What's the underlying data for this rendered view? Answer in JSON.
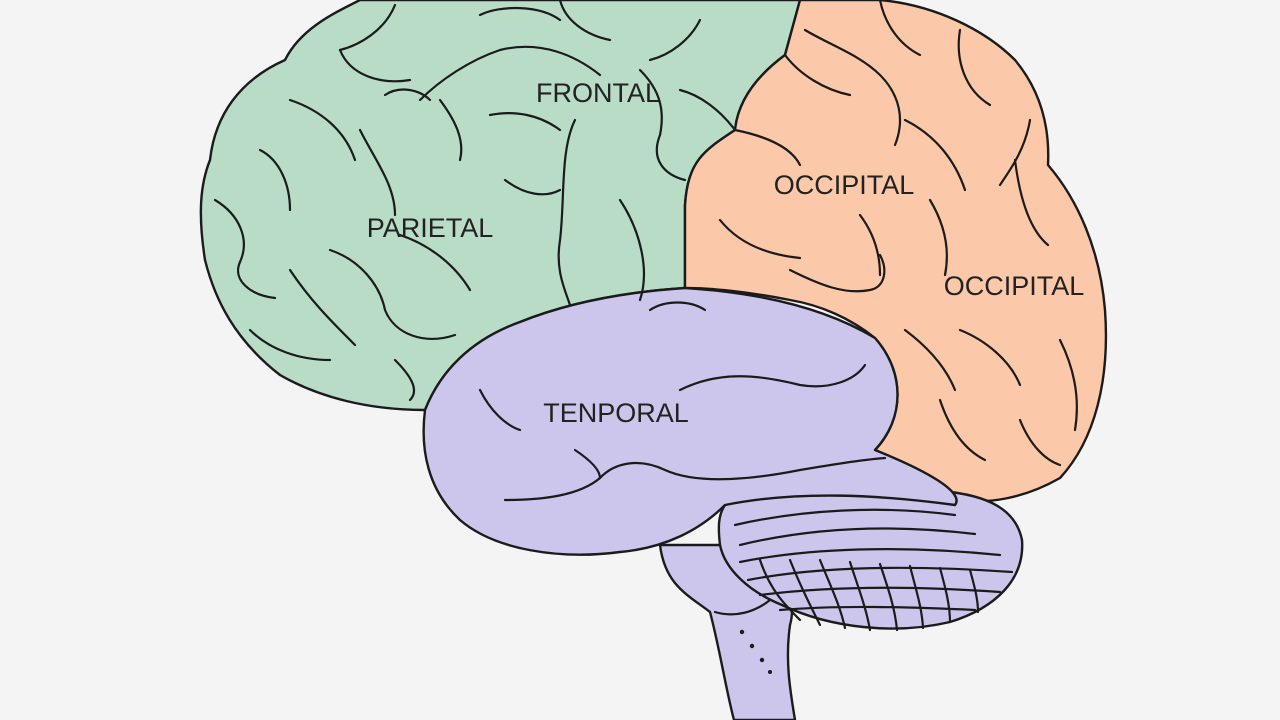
{
  "labels": {
    "frontal": "FRONTAL",
    "parietal": "PARIETAL",
    "occipital_upper": "OCCIPITAL",
    "occipital_lower": "OCCIPITAL",
    "temporal": "TENPORAL"
  },
  "colors": {
    "background": "#f4f4f4",
    "green_lobe": "#b8dcc6",
    "orange_lobe": "#fbc8a9",
    "purple_lobe": "#cdc6ec",
    "outline": "#1b1b1b",
    "text": "#222222"
  }
}
